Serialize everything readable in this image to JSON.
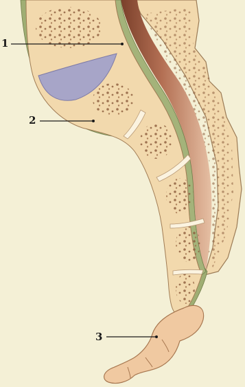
{
  "diagram": {
    "callouts": [
      {
        "number": "1",
        "target": "dura-mater-layer"
      },
      {
        "number": "2",
        "target": "outer-membrane-layer"
      },
      {
        "number": "3",
        "target": "coccyx"
      }
    ]
  },
  "colors": {
    "background": "#f4f0d6",
    "bone": "#f2d9ad",
    "bone_pore": "#8a5a3a",
    "membrane_green": "#9fae73",
    "canal_brown": "#8e5138",
    "canal_light": "#e2b59a",
    "disc": "#fbf3e0",
    "cavity_purple": "#a7a5c8"
  }
}
